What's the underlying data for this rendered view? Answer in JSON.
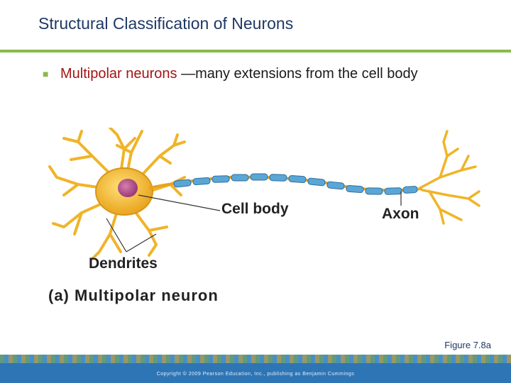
{
  "slide": {
    "title": "Structural Classification of Neurons",
    "bullet": {
      "term": "Multipolar neurons ",
      "text": "—many extensions from the cell body"
    }
  },
  "figure": {
    "labels": {
      "cell_body": "Cell body",
      "axon": "Axon",
      "dendrites": "Dendrites"
    },
    "caption": "(a) Multipolar neuron",
    "reference": "Figure 7.8a"
  },
  "footer": {
    "copyright": "Copyright © 2009 Pearson Education, Inc., publishing as Benjamin Cummings"
  },
  "colors": {
    "title": "#1f3864",
    "accent_rule": "#8cb84a",
    "term": "#a31515",
    "footer": "#2e75b6",
    "cell": "#f0b428",
    "nucleus": "#b04a8a",
    "myelin": "#5aa6d6"
  }
}
